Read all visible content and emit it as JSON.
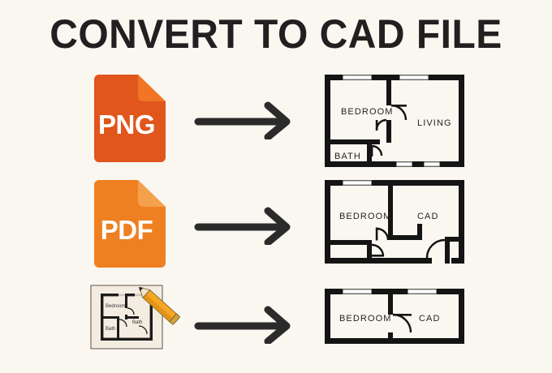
{
  "page": {
    "title": "CONVERT TO CAD FILE",
    "background_color": "#faf6f0",
    "ink_color": "#231f20"
  },
  "colors": {
    "png_orange": "#e0561d",
    "png_fold": "#f07524",
    "pdf_orange": "#ef8022",
    "pdf_fold": "#f5a04a",
    "arrow": "#2b2b2b",
    "pencil_body": "#f5a623",
    "pencil_shade": "#d98b12",
    "sketch_paper": "#f3ece0",
    "wall": "#141414",
    "window": "#ffffff"
  },
  "rows": [
    {
      "id": "row-1",
      "source": {
        "type": "file-icon",
        "label": "PNG",
        "icon_name": "png-file-icon",
        "color": "#e0561d",
        "fold_color": "#f07524"
      },
      "arrow": {
        "icon_name": "arrow-right-icon",
        "label": "converts to"
      },
      "output": {
        "type": "floor-plan",
        "name": "cad-floor-plan-1",
        "rooms": [
          "BEDROOM",
          "LIVING",
          "BATH"
        ],
        "windows": 4,
        "doors": 3
      }
    },
    {
      "id": "row-2",
      "source": {
        "type": "file-icon",
        "label": "PDF",
        "icon_name": "pdf-file-icon",
        "color": "#ef8022",
        "fold_color": "#f5a04a"
      },
      "arrow": {
        "icon_name": "arrow-right-icon",
        "label": "converts to"
      },
      "output": {
        "type": "floor-plan",
        "name": "cad-floor-plan-2",
        "rooms": [
          "BEDROOM",
          "CAD"
        ],
        "windows": 1,
        "doors": 3
      }
    },
    {
      "id": "row-3",
      "source": {
        "type": "sketch",
        "icon_name": "hand-sketch-with-pencil-icon",
        "label": "Hand sketch",
        "sketch_rooms": [
          "Bedroom",
          "Bath",
          "Bath"
        ]
      },
      "arrow": {
        "icon_name": "arrow-right-icon",
        "label": "converts to"
      },
      "output": {
        "type": "floor-plan",
        "name": "cad-floor-plan-3",
        "rooms": [
          "BEDROOM",
          "CAD"
        ],
        "windows": 2,
        "doors": 1
      }
    }
  ]
}
